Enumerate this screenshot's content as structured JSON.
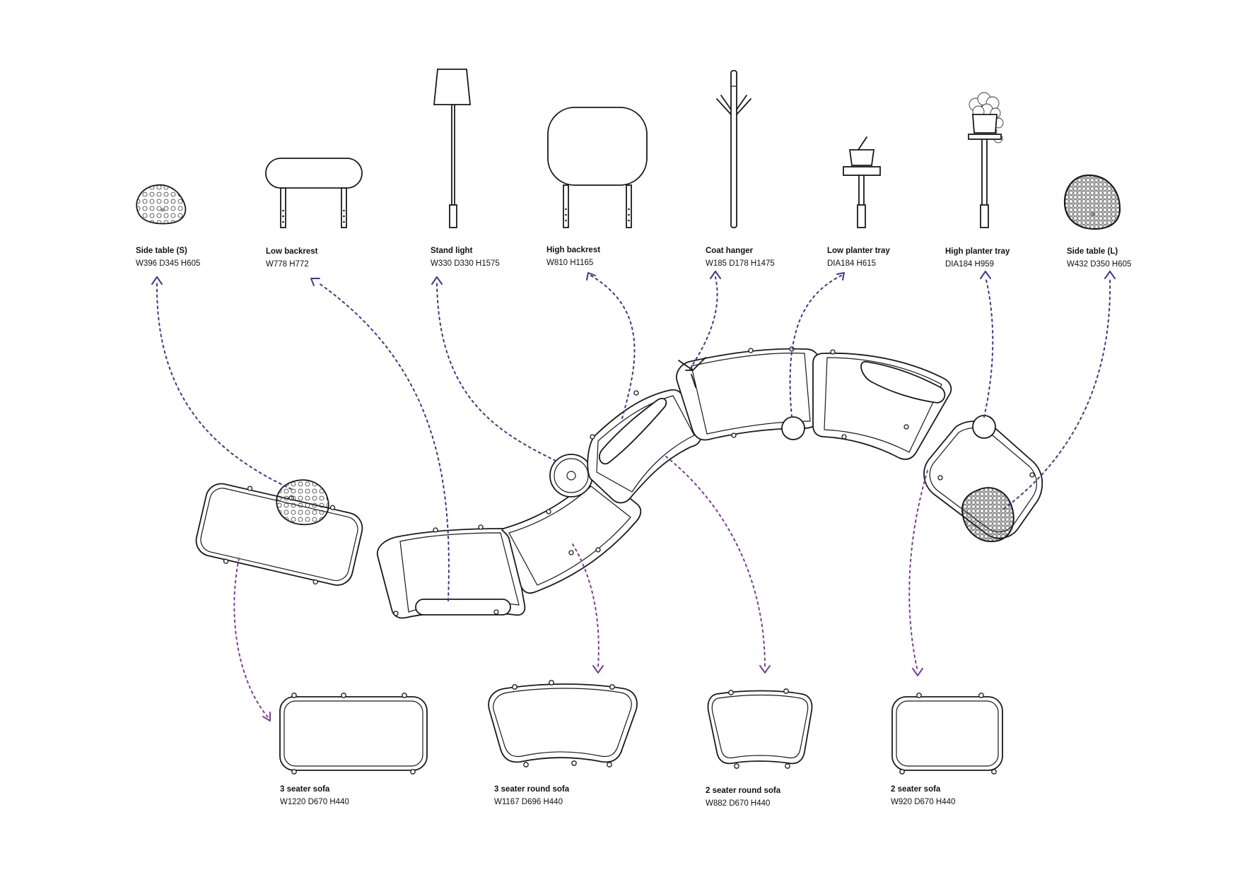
{
  "colors": {
    "line": "#1a1a1a",
    "arrow_accessory": "#3d3a86",
    "arrow_sofa": "#7a3f94"
  },
  "accessories": [
    {
      "key": "side_table_s",
      "name": "Side table (S)",
      "dims": "W396 D345 H605"
    },
    {
      "key": "low_backrest",
      "name": "Low backrest",
      "dims": "W778 H772"
    },
    {
      "key": "stand_light",
      "name": "Stand light",
      "dims": "W330 D330 H1575"
    },
    {
      "key": "high_backrest",
      "name": "High backrest",
      "dims": "W810 H1165"
    },
    {
      "key": "coat_hanger",
      "name": "Coat hanger",
      "dims": "W185 D178 H1475"
    },
    {
      "key": "low_planter_tray",
      "name": "Low planter tray",
      "dims": "DIA184 H615"
    },
    {
      "key": "high_planter_tray",
      "name": "High planter tray",
      "dims": "DIA184 H959"
    },
    {
      "key": "side_table_l",
      "name": "Side table (L)",
      "dims": "W432 D350 H605"
    }
  ],
  "sofas": [
    {
      "key": "three_seater",
      "name": "3 seater sofa",
      "dims": "W1220 D670 H440"
    },
    {
      "key": "three_seater_round",
      "name": "3 seater round sofa",
      "dims": "W1167 D696 H440"
    },
    {
      "key": "two_seater_round",
      "name": "2 seater round sofa",
      "dims": "W882 D670 H440"
    },
    {
      "key": "two_seater",
      "name": "2 seater sofa",
      "dims": "W920 D670 H440"
    }
  ]
}
